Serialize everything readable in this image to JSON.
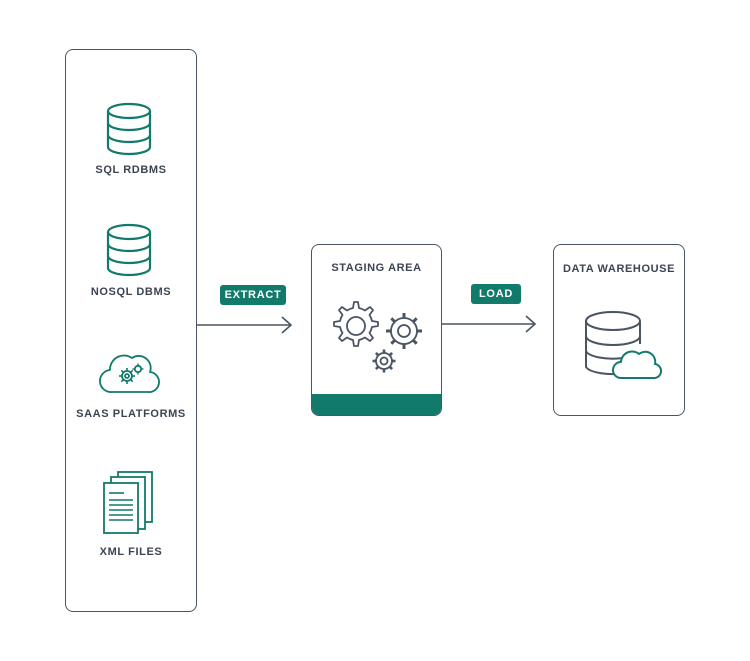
{
  "sources": {
    "items": [
      {
        "label": "SQL RDBMS",
        "icon": "database-icon"
      },
      {
        "label": "NOSQL DBMS",
        "icon": "database-icon"
      },
      {
        "label": "SAAS PLATFORMS",
        "icon": "cloud-gears-icon"
      },
      {
        "label": "XML FILES",
        "icon": "documents-icon"
      }
    ]
  },
  "steps": {
    "extract": "EXTRACT",
    "load": "LOAD"
  },
  "staging": {
    "title": "STAGING AREA",
    "icon": "gears-icon"
  },
  "warehouse": {
    "title": "DATA WAREHOUSE",
    "icon": "database-cloud-icon"
  },
  "colors": {
    "accent": "#127a6b",
    "stroke": "#4a5563"
  }
}
